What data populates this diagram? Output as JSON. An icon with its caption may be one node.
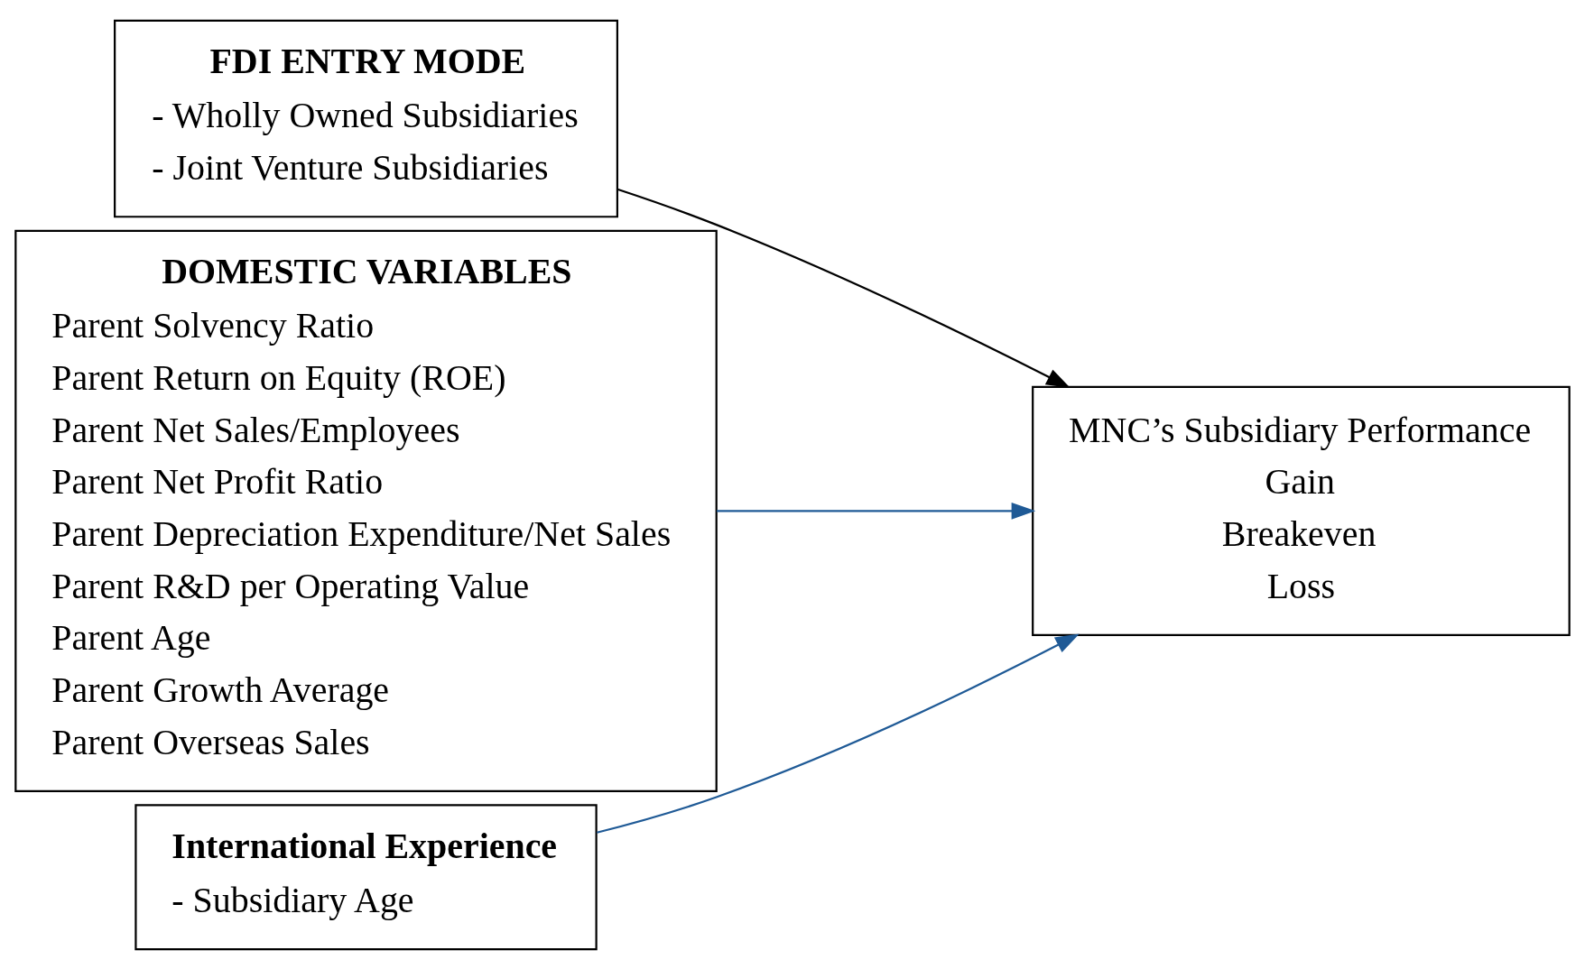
{
  "diagram": {
    "nodes": [
      {
        "text": [
          "FDI ENTRY MODE",
          "- Wholly Owned Subsidiaries",
          "- Joint Venture Subsidiaries"
        ]
      },
      {
        "text": [
          "DOMESTIC VARIABLES",
          "Parent Solvency Ratio",
          "Parent Return on Equity (ROE)",
          "Parent Net Sales/Employees",
          "Parent Net Profit Ratio",
          "Parent Depreciation Expenditure/Net Sales",
          "Parent R&D per Operating Value",
          "Parent Age",
          "Parent Growth Average",
          "Parent Overseas Sales"
        ]
      },
      {
        "text": [
          "International Experience",
          "- Subsidiary Age"
        ]
      },
      {
        "text": [
          "MNC’s Subsidiary Performance",
          "Gain",
          "Breakeven",
          "Loss"
        ]
      }
    ],
    "edges": [
      {
        "from": 0,
        "to": 3,
        "arrow": "to",
        "color": "#000000"
      },
      {
        "from": 1,
        "to": 3,
        "arrow": "to"
      },
      {
        "from": 2,
        "to": 3,
        "arrow": "to"
      }
    ]
  }
}
